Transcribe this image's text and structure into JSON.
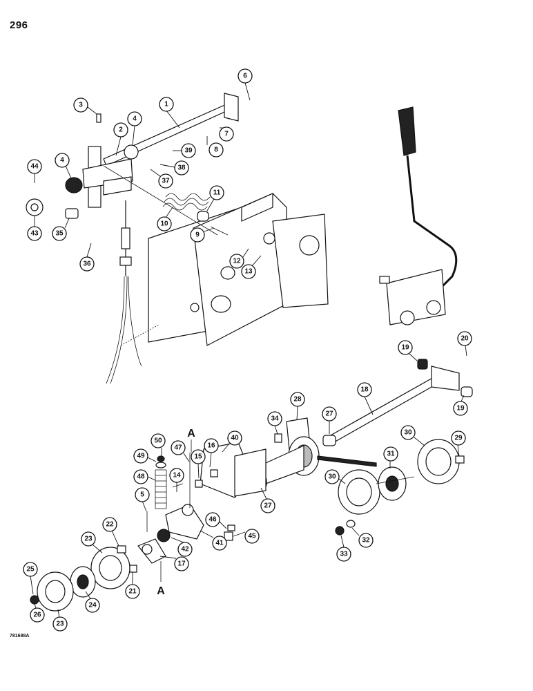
{
  "page_number": "296",
  "figure_code": "781688A",
  "section_label": "A",
  "callouts": [
    {
      "label": "1"
    },
    {
      "label": "2"
    },
    {
      "label": "3"
    },
    {
      "label": "4"
    },
    {
      "label": "4"
    },
    {
      "label": "6"
    },
    {
      "label": "7"
    },
    {
      "label": "8"
    },
    {
      "label": "39"
    },
    {
      "label": "38"
    },
    {
      "label": "37"
    },
    {
      "label": "44"
    },
    {
      "label": "43"
    },
    {
      "label": "35"
    },
    {
      "label": "36"
    },
    {
      "label": "10"
    },
    {
      "label": "11"
    },
    {
      "label": "9"
    },
    {
      "label": "12"
    },
    {
      "label": "13"
    },
    {
      "label": "19"
    },
    {
      "label": "20"
    },
    {
      "label": "19"
    },
    {
      "label": "18"
    },
    {
      "label": "28"
    },
    {
      "label": "27"
    },
    {
      "label": "34"
    },
    {
      "label": "27"
    },
    {
      "label": "40"
    },
    {
      "label": "16"
    },
    {
      "label": "15"
    },
    {
      "label": "47"
    },
    {
      "label": "14"
    },
    {
      "label": "50"
    },
    {
      "label": "49"
    },
    {
      "label": "48"
    },
    {
      "label": "30"
    },
    {
      "label": "29"
    },
    {
      "label": "31"
    },
    {
      "label": "30"
    },
    {
      "label": "32"
    },
    {
      "label": "33"
    },
    {
      "label": "46"
    },
    {
      "label": "45"
    },
    {
      "label": "41"
    },
    {
      "label": "42"
    },
    {
      "label": "17"
    },
    {
      "label": "5"
    },
    {
      "label": "22"
    },
    {
      "label": "23"
    },
    {
      "label": "21"
    },
    {
      "label": "25"
    },
    {
      "label": "24"
    },
    {
      "label": "26"
    },
    {
      "label": "23"
    }
  ]
}
